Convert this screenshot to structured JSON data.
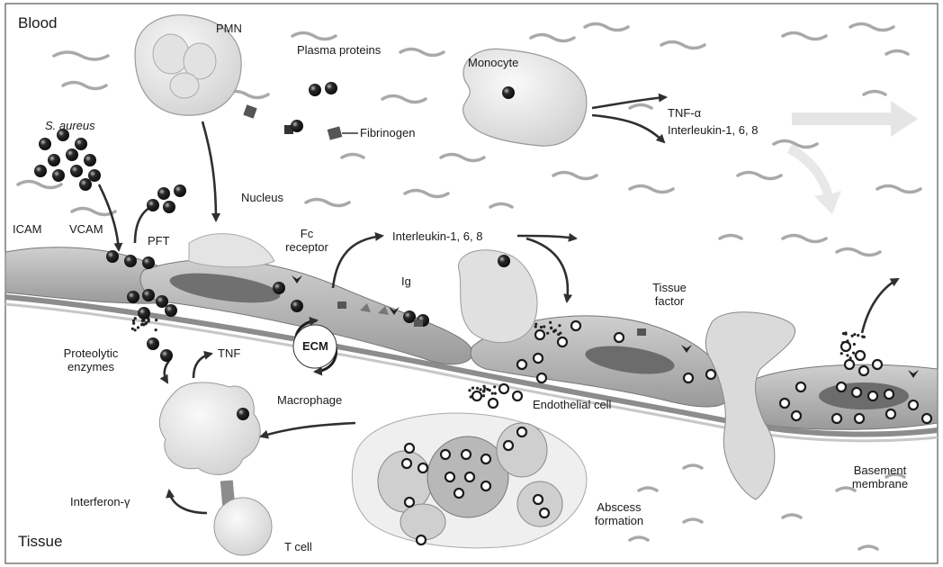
{
  "regions": {
    "top": "Blood",
    "bottom": "Tissue"
  },
  "labels": {
    "pmn": "PMN",
    "plasma_proteins": "Plasma proteins",
    "monocyte": "Monocyte",
    "s_aureus": "S. aureus",
    "fibrinogen": "Fibrinogen",
    "tnf_alpha": "TNF-α",
    "interleukins_top": "Interleukin-1, 6, 8",
    "nucleus": "Nucleus",
    "icam": "ICAM",
    "vcam": "VCAM",
    "pft": "PFT",
    "fc_receptor_1": "Fc",
    "fc_receptor_2": "receptor",
    "interleukins_mid": "Interleukin-1, 6, 8",
    "ig": "Ig",
    "tissue_factor_1": "Tissue",
    "tissue_factor_2": "factor",
    "ecm": "ECM",
    "proteolytic_1": "Proteolytic",
    "proteolytic_2": "enzymes",
    "tnf": "TNF",
    "macrophage": "Macrophage",
    "endothelial_cell": "Endothelial cell",
    "interferon": "Interferon-γ",
    "abscess_1": "Abscess",
    "abscess_2": "formation",
    "basement_1": "Basement",
    "basement_2": "membrane",
    "t_cell": "T cell"
  },
  "colors": {
    "background": "#ffffff",
    "cell_fill": "#e9e9e9",
    "cell_stroke": "#8a8a8a",
    "endothelium": "#b5b5b5",
    "nucleus": "#6f6f6f",
    "arrow": "#3a3a3a",
    "bacteria": "#1c1c1c"
  }
}
